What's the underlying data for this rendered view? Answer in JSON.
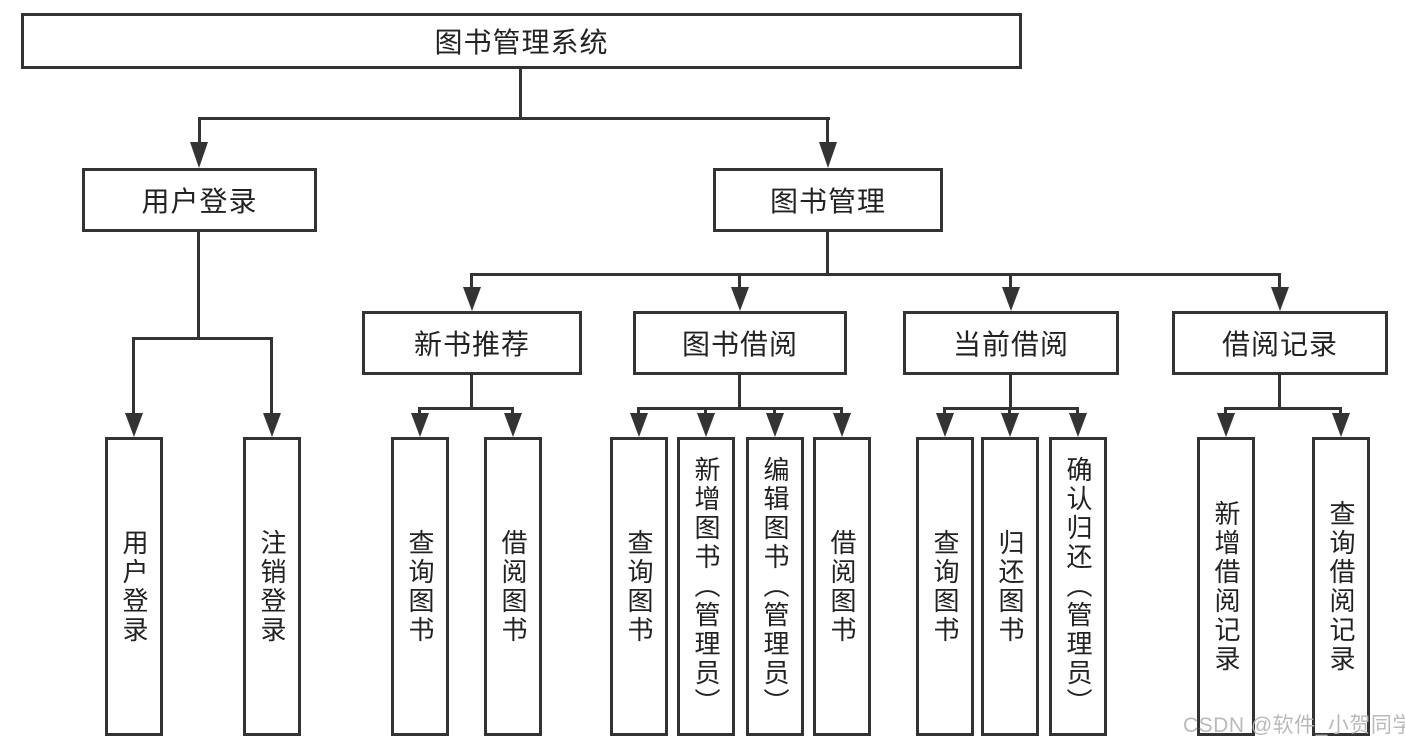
{
  "diagram_title": "图书管理系统",
  "colors": {
    "line": "#333333",
    "text": "#222222",
    "box_fill": "#ffffff",
    "watermark": "#b5b5b5",
    "background": "#ffffff"
  },
  "tree": {
    "root": {
      "label": "图书管理系统",
      "children": [
        {
          "label": "用户登录",
          "children": [
            {
              "label": "用户登录"
            },
            {
              "label": "注销登录"
            }
          ]
        },
        {
          "label": "图书管理",
          "children": [
            {
              "label": "新书推荐",
              "children": [
                {
                  "label": "查询图书"
                },
                {
                  "label": "借阅图书"
                }
              ]
            },
            {
              "label": "图书借阅",
              "children": [
                {
                  "label": "查询图书"
                },
                {
                  "label": "新增图书（管理员）"
                },
                {
                  "label": "编辑图书（管理员）"
                },
                {
                  "label": "借阅图书"
                }
              ]
            },
            {
              "label": "当前借阅",
              "children": [
                {
                  "label": "查询图书"
                },
                {
                  "label": "归还图书"
                },
                {
                  "label": "确认归还（管理员）"
                }
              ]
            },
            {
              "label": "借阅记录",
              "children": [
                {
                  "label": "新增借阅记录"
                },
                {
                  "label": "查询借阅记录"
                }
              ]
            }
          ]
        }
      ]
    }
  },
  "watermark": {
    "text": "CSDN @软件_小贺同学"
  }
}
